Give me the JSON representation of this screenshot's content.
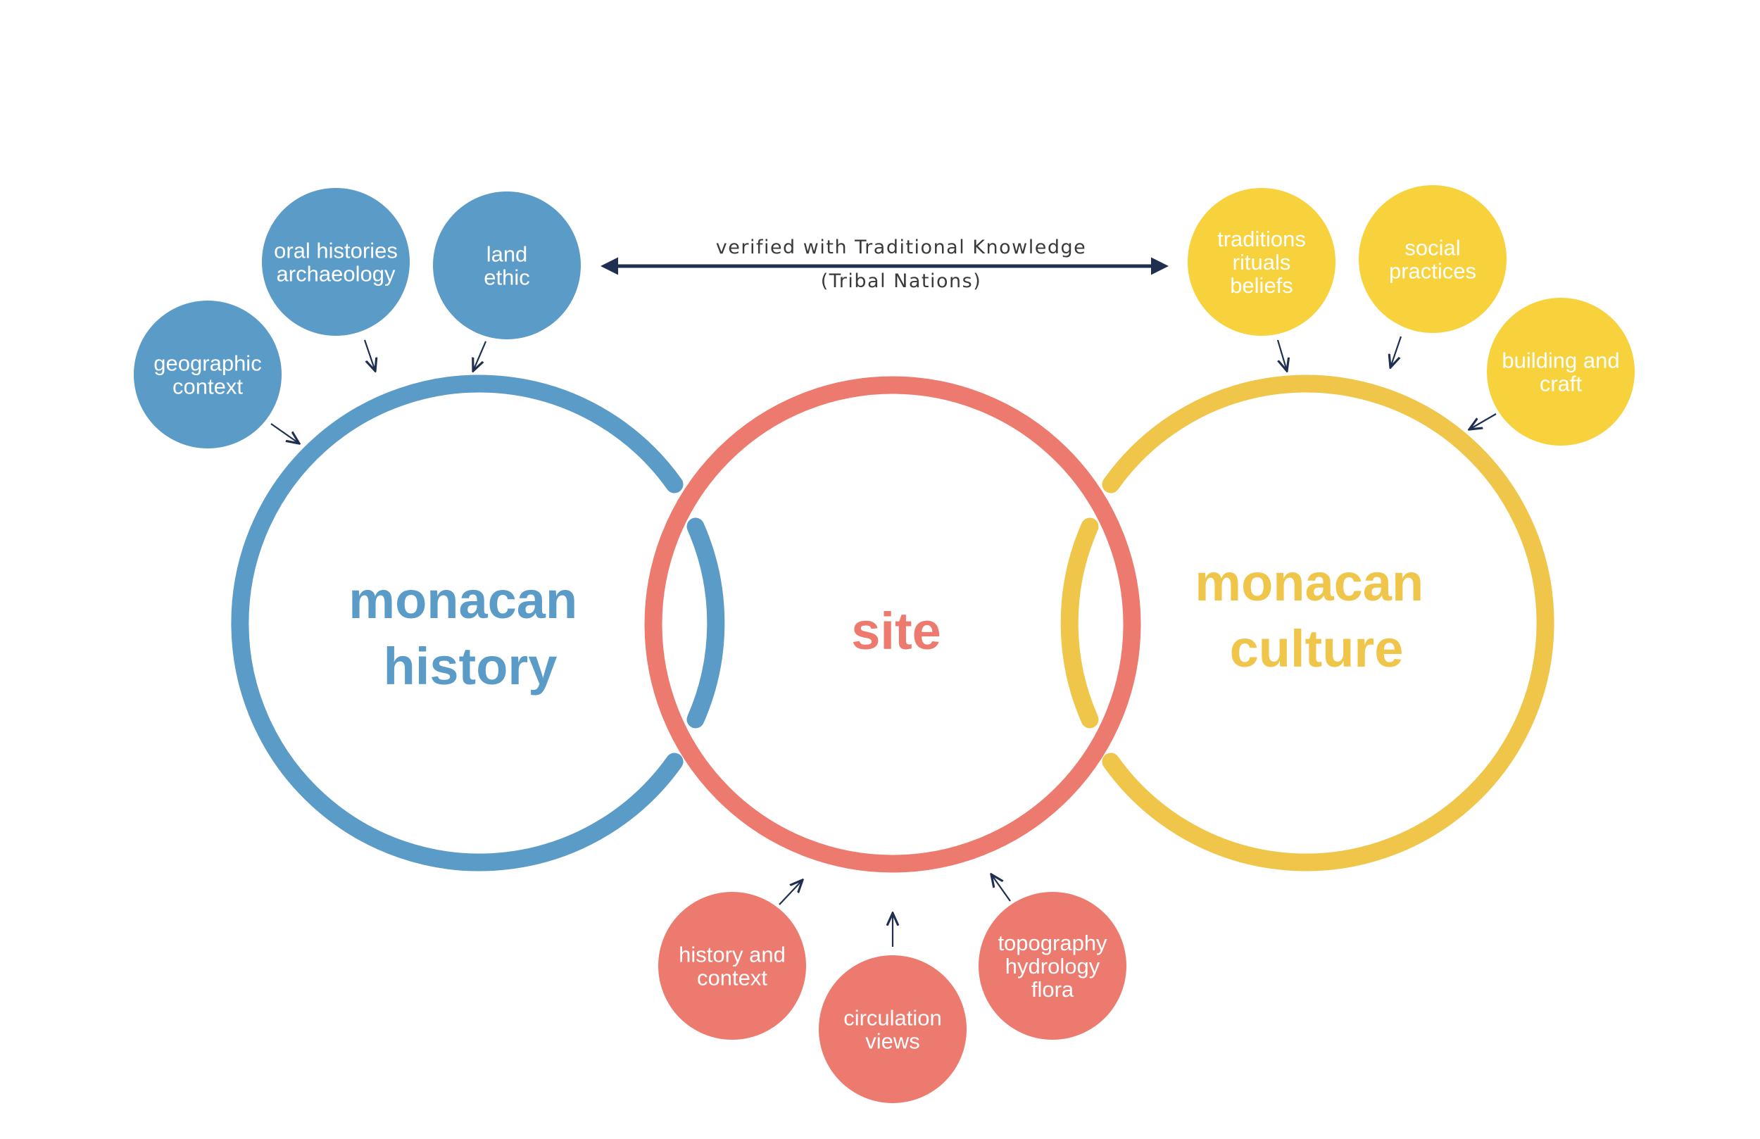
{
  "colors": {
    "blue": "#5b9bc8",
    "red": "#ec7a6e",
    "yellow_ring": "#efc54a",
    "yellow_bubble": "#f8d23c",
    "arrow": "#1f2f4f",
    "background": "#ffffff"
  },
  "rings": {
    "history": {
      "line1": "monacan",
      "line2": "history"
    },
    "site": {
      "label": "site"
    },
    "culture": {
      "line1": "monacan",
      "line2": "culture"
    }
  },
  "verification": {
    "line1": "verified with Traditional Knowledge",
    "line2": "(Tribal Nations)"
  },
  "history_inputs": [
    {
      "lines": [
        "geographic",
        "context"
      ]
    },
    {
      "lines": [
        "oral histories",
        "archaeology"
      ]
    },
    {
      "lines": [
        "land",
        "ethic"
      ]
    }
  ],
  "culture_inputs": [
    {
      "lines": [
        "traditions",
        "rituals",
        "beliefs"
      ]
    },
    {
      "lines": [
        "social",
        "practices"
      ]
    },
    {
      "lines": [
        "building and",
        "craft"
      ]
    }
  ],
  "site_inputs": [
    {
      "lines": [
        "history and",
        "context"
      ]
    },
    {
      "lines": [
        "circulation",
        "views"
      ]
    },
    {
      "lines": [
        "topography",
        "hydrology",
        "flora"
      ]
    }
  ]
}
